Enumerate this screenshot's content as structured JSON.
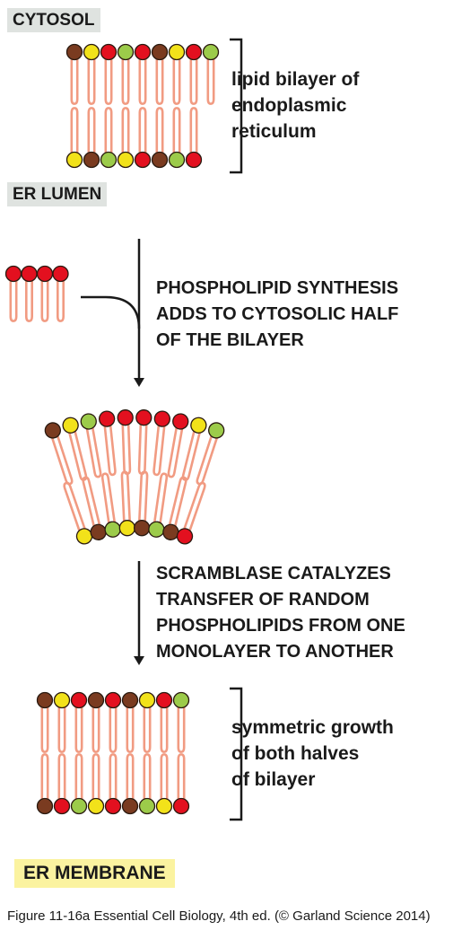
{
  "tags": {
    "cytosol": "CYTOSOL",
    "er_lumen": "ER LUMEN",
    "er_membrane": "ER MEMBRANE"
  },
  "labels": {
    "top_bilayer": [
      "lipid bilayer of",
      "endoplasmic",
      "reticulum"
    ],
    "bottom_bilayer": [
      "symmetric growth",
      "of both halves",
      "of bilayer"
    ]
  },
  "steps": {
    "synthesis": [
      "PHOSPHOLIPID SYNTHESIS",
      "ADDS TO CYTOSOLIC HALF",
      "OF THE BILAYER"
    ],
    "scramblase": [
      "SCRAMBLASE CATALYZES",
      "TRANSFER OF RANDOM",
      "PHOSPHOLIPIDS FROM ONE",
      "MONOLAYER TO ANOTHER"
    ]
  },
  "caption": "Figure 11-16a  Essential Cell Biology, 4th ed. (© Garland Science 2014)",
  "colors": {
    "brown": "#7a3b20",
    "yellow": "#f2e21a",
    "red": "#e3101f",
    "green": "#9ccb4a",
    "tail": "#f19b82",
    "bracket": "#1a1a1a"
  },
  "bilayers": {
    "top": {
      "upper": [
        "brown",
        "yellow",
        "red",
        "green",
        "red",
        "brown",
        "yellow",
        "red",
        "green"
      ],
      "lower": [
        "yellow",
        "brown",
        "green",
        "yellow",
        "red",
        "brown",
        "green",
        "red"
      ]
    },
    "new_lipids": [
      "red",
      "red",
      "red",
      "red"
    ],
    "curved": {
      "upper": [
        "brown",
        "yellow",
        "green",
        "red",
        "red",
        "red",
        "red",
        "red",
        "yellow",
        "green"
      ],
      "lower": [
        "yellow",
        "brown",
        "green",
        "yellow",
        "brown",
        "green",
        "brown",
        "red"
      ]
    },
    "bottom": {
      "upper": [
        "brown",
        "yellow",
        "red",
        "brown",
        "red",
        "brown",
        "yellow",
        "red",
        "green"
      ],
      "lower": [
        "brown",
        "red",
        "green",
        "yellow",
        "red",
        "brown",
        "green",
        "yellow",
        "red"
      ]
    }
  }
}
